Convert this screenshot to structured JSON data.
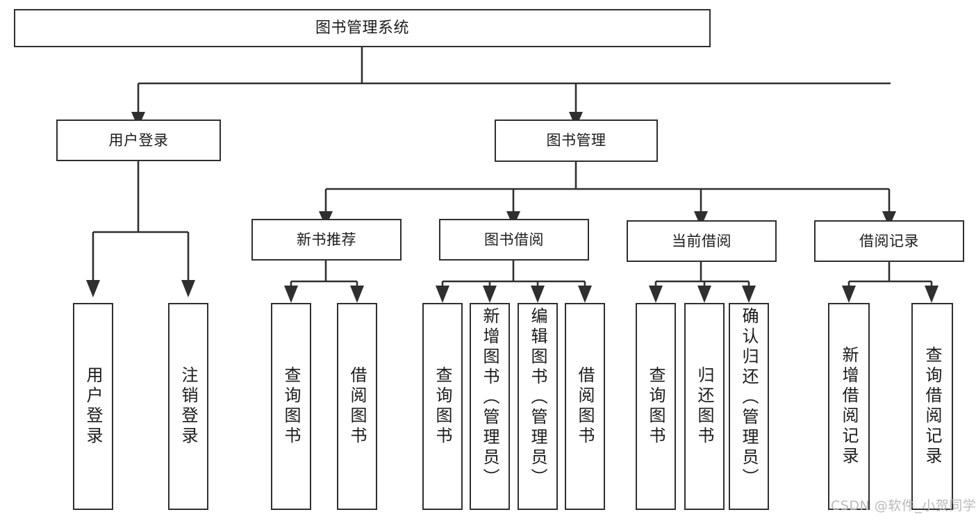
{
  "diagram": {
    "type": "tree-hierarchy",
    "title": "图书管理系统",
    "stroke_color": "#2f2f2f",
    "background_color": "#ffffff",
    "text_color": "#1b1b1b"
  },
  "nodes": {
    "root": {
      "label": "图书管理系统"
    },
    "level2": [
      {
        "id": "user-login",
        "label": "用户登录"
      },
      {
        "id": "book-manage",
        "label": "图书管理"
      }
    ],
    "level3": [
      {
        "id": "new-book-recommend",
        "label": "新书推荐"
      },
      {
        "id": "book-borrow",
        "label": "图书借阅"
      },
      {
        "id": "current-borrow",
        "label": "当前借阅"
      },
      {
        "id": "borrow-record",
        "label": "借阅记录"
      }
    ],
    "leaves": {
      "user_login": [
        {
          "id": "leaf-user-login",
          "label": "用户登录"
        },
        {
          "id": "leaf-logout-login",
          "label": "注销登录"
        }
      ],
      "new_book_recommend": [
        {
          "id": "leaf-query-book-1",
          "label": "查询图书"
        },
        {
          "id": "leaf-borrow-book-1",
          "label": "借阅图书"
        }
      ],
      "book_borrow": [
        {
          "id": "leaf-query-book-2",
          "label": "查询图书"
        },
        {
          "id": "leaf-add-book",
          "label": "新增图书（管理员）"
        },
        {
          "id": "leaf-edit-book",
          "label": "编辑图书（管理员）"
        },
        {
          "id": "leaf-borrow-book-2",
          "label": "借阅图书"
        }
      ],
      "current_borrow": [
        {
          "id": "leaf-query-book-3",
          "label": "查询图书"
        },
        {
          "id": "leaf-return-book",
          "label": "归还图书"
        },
        {
          "id": "leaf-confirm-return",
          "label": "确认归还（管理员）"
        }
      ],
      "borrow_record": [
        {
          "id": "leaf-add-record",
          "label": "新增借阅记录"
        },
        {
          "id": "leaf-query-record",
          "label": "查询借阅记录"
        }
      ]
    }
  },
  "watermark": {
    "text": "CSDN @软件_小贺同学"
  }
}
